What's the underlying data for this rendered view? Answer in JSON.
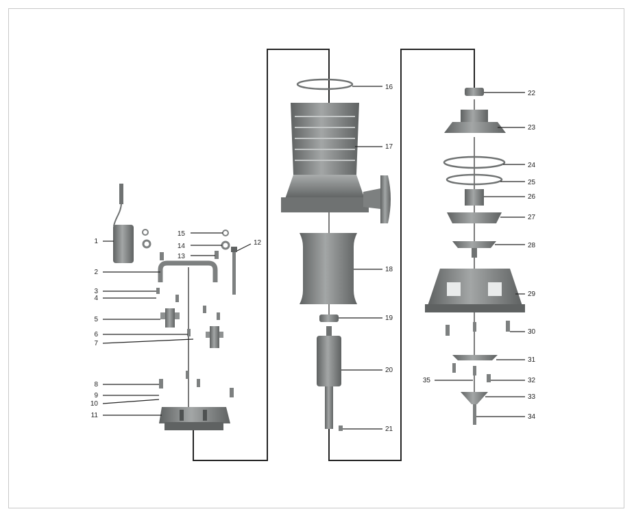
{
  "diagram": {
    "colors": {
      "part_dark": "#6f7272",
      "part_mid": "#8e9191",
      "part_light": "#b7baba",
      "line": "#222222",
      "frame": "#c8c8c8"
    },
    "parts": [
      {
        "id": "1",
        "label": "1"
      },
      {
        "id": "2",
        "label": "2"
      },
      {
        "id": "3",
        "label": "3"
      },
      {
        "id": "4",
        "label": "4"
      },
      {
        "id": "5",
        "label": "5"
      },
      {
        "id": "6",
        "label": "6"
      },
      {
        "id": "7",
        "label": "7"
      },
      {
        "id": "8",
        "label": "8"
      },
      {
        "id": "9",
        "label": "9"
      },
      {
        "id": "10",
        "label": "10"
      },
      {
        "id": "11",
        "label": "11"
      },
      {
        "id": "12",
        "label": "12"
      },
      {
        "id": "13",
        "label": "13"
      },
      {
        "id": "14",
        "label": "14"
      },
      {
        "id": "15",
        "label": "15"
      },
      {
        "id": "16",
        "label": "16"
      },
      {
        "id": "17",
        "label": "17"
      },
      {
        "id": "18",
        "label": "18"
      },
      {
        "id": "19",
        "label": "19"
      },
      {
        "id": "20",
        "label": "20"
      },
      {
        "id": "21",
        "label": "21"
      },
      {
        "id": "22",
        "label": "22"
      },
      {
        "id": "23",
        "label": "23"
      },
      {
        "id": "24",
        "label": "24"
      },
      {
        "id": "25",
        "label": "25"
      },
      {
        "id": "26",
        "label": "26"
      },
      {
        "id": "27",
        "label": "27"
      },
      {
        "id": "28",
        "label": "28"
      },
      {
        "id": "29",
        "label": "29"
      },
      {
        "id": "30",
        "label": "30"
      },
      {
        "id": "31",
        "label": "31"
      },
      {
        "id": "32",
        "label": "32"
      },
      {
        "id": "33",
        "label": "33"
      },
      {
        "id": "34",
        "label": "34"
      },
      {
        "id": "35",
        "label": "35"
      }
    ]
  }
}
